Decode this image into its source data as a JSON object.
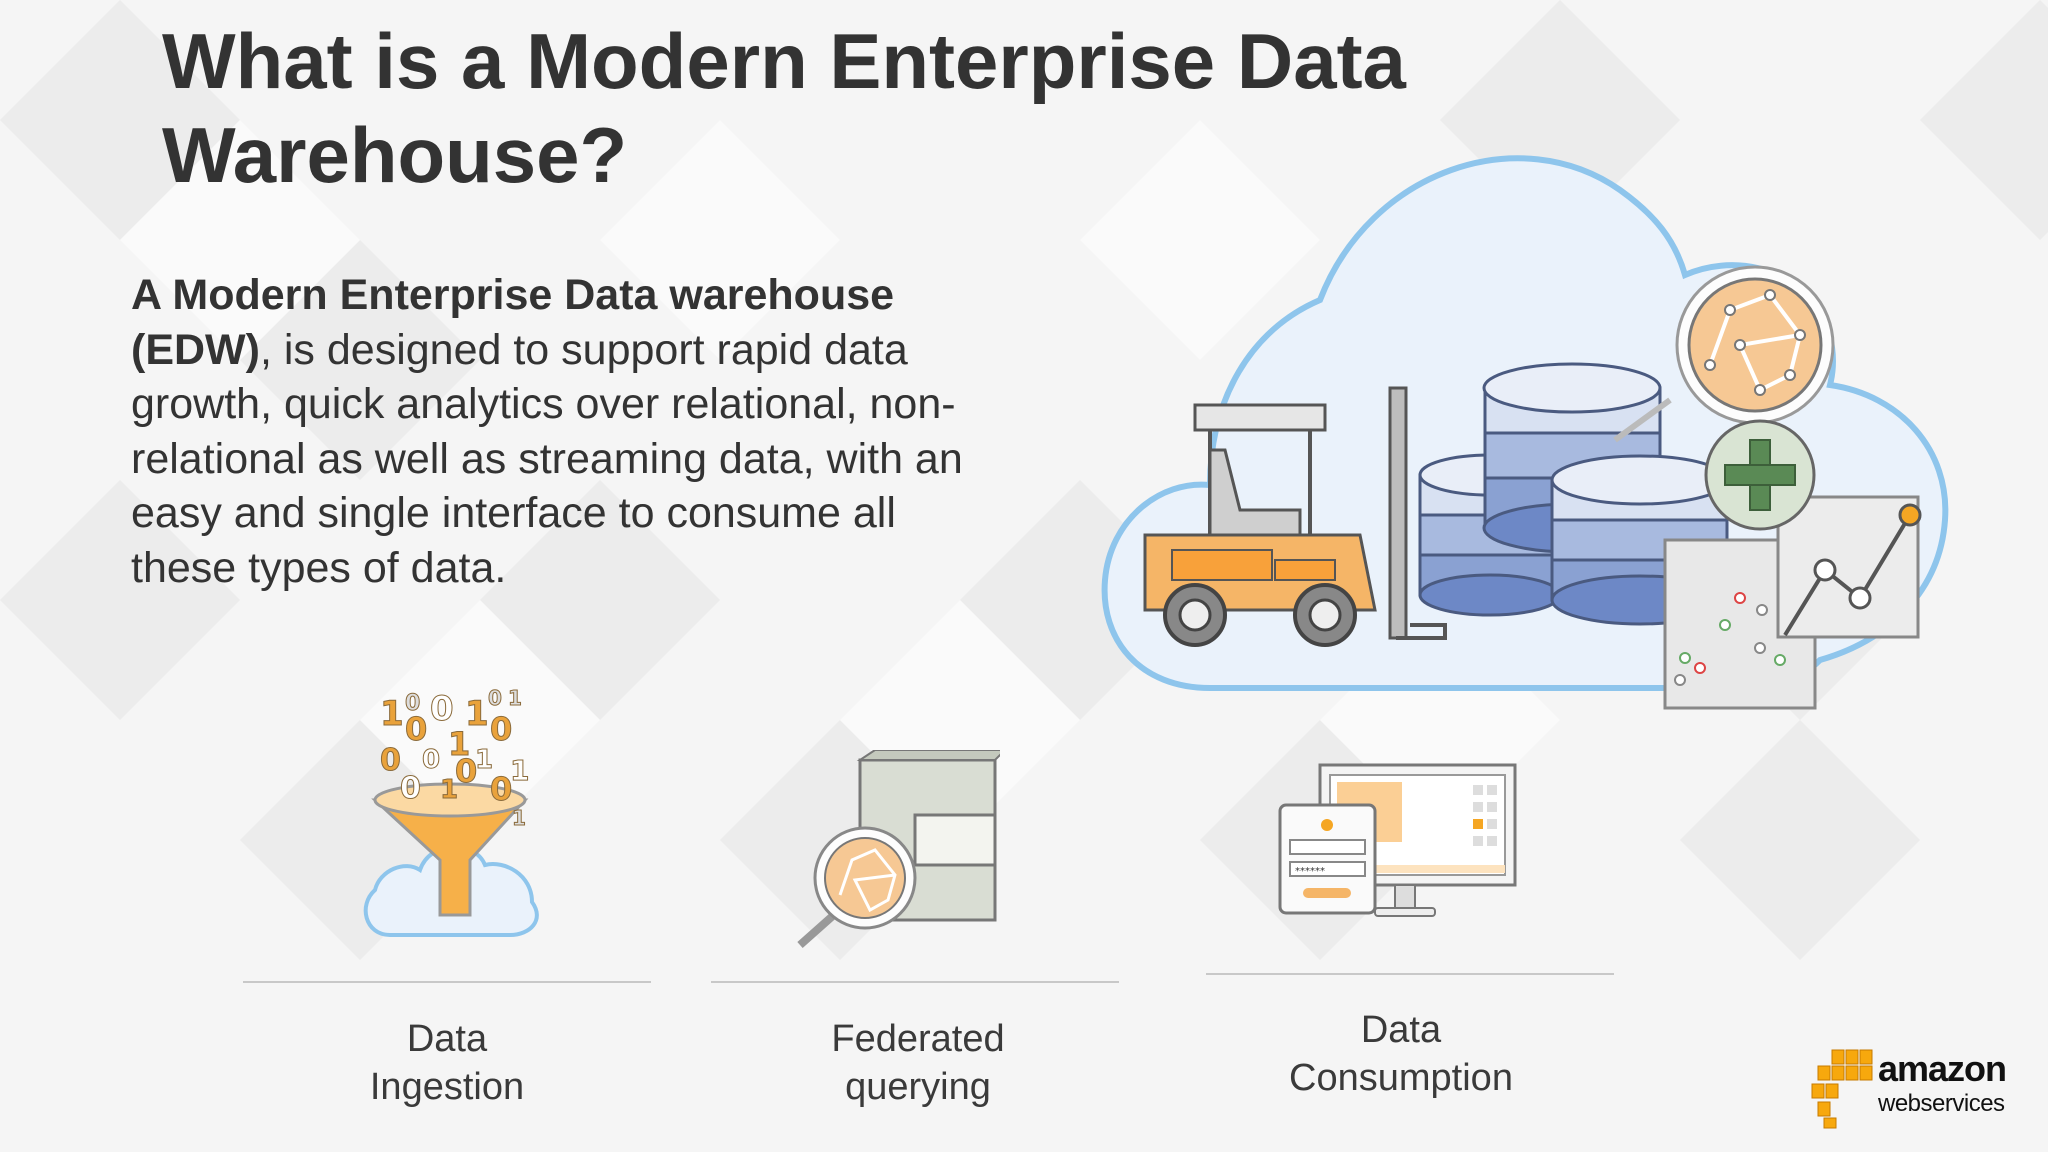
{
  "slide": {
    "title": "What is a Modern Enterprise Data Warehouse?",
    "body_bold": "A Modern Enterprise Data warehouse (EDW)",
    "body_rest": ", is designed to support rapid data growth, quick analytics over relational, non-relational as well as streaming data, with an easy and single interface to consume all these types of data."
  },
  "features": [
    {
      "line1": "Data",
      "line2": "Ingestion"
    },
    {
      "line1": "Federated",
      "line2": "querying"
    },
    {
      "line1": "Data",
      "line2": "Consumption"
    }
  ],
  "logo": {
    "wordmark": "amazon",
    "subline": "webservices"
  },
  "binary_digits": [
    "1",
    "0",
    "0",
    "1",
    "0",
    "1",
    "0",
    "0",
    "1",
    "0",
    "0",
    "1",
    "0",
    "1",
    "0",
    "1",
    "0",
    "1"
  ],
  "password_mask": "******",
  "colors": {
    "text": "#333333",
    "accent_orange": "#f5a623",
    "cloud_outline": "#8ec5ec",
    "db_blue": "#7e97cc",
    "plus_green": "#5a8a55"
  }
}
